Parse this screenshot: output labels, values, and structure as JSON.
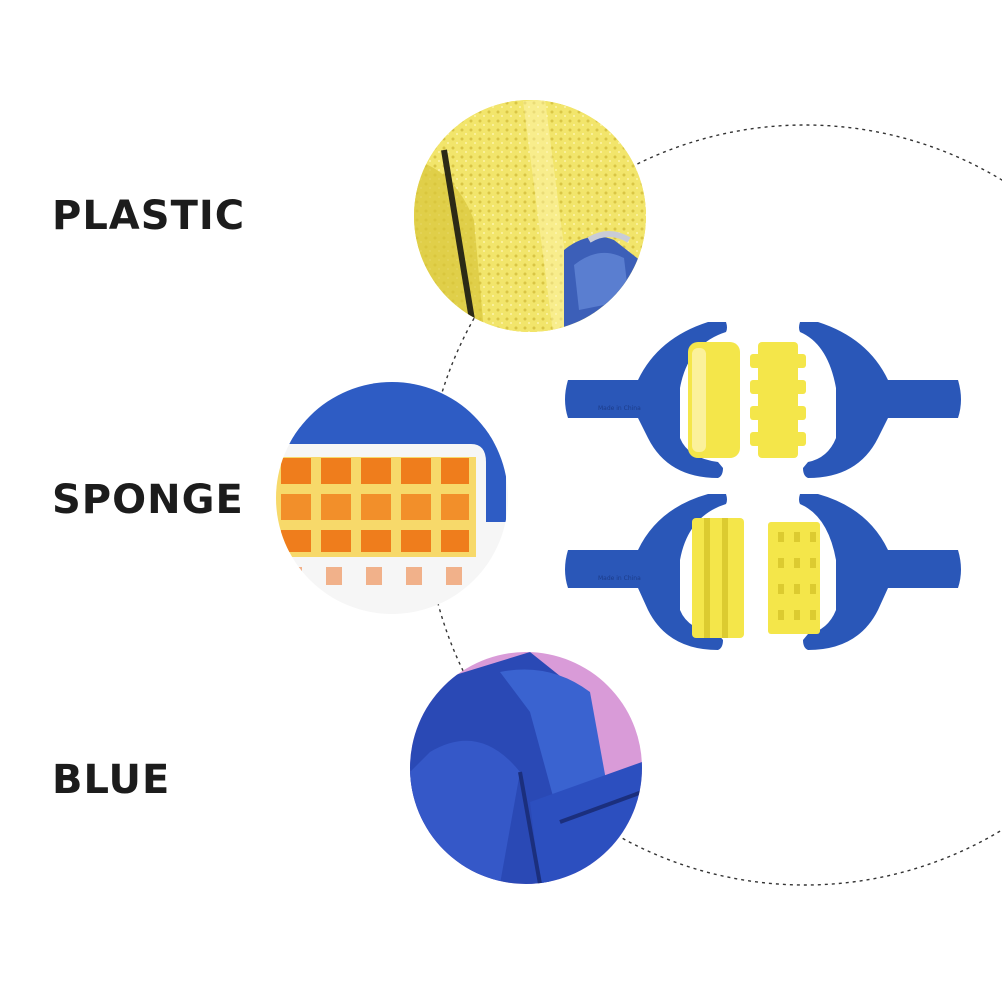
{
  "labels": {
    "plastic": "PLASTIC",
    "sponge": "SPONGE",
    "blue": "BLUE"
  },
  "product": {
    "imprint": "Made in China"
  },
  "colors": {
    "background": "#ffffff",
    "text": "#1c1c1c",
    "handle_blue": "#2a57b8",
    "sponge_yellow": "#f4e64a",
    "sponge_orange": "#f08a1e",
    "dashed_line": "#333333"
  }
}
